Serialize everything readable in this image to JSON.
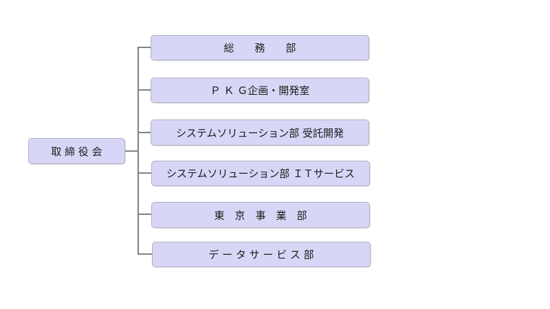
{
  "org_chart": {
    "root": {
      "label": "取 締 役 会"
    },
    "departments": [
      {
        "label": "総　　務　　部"
      },
      {
        "label": "Ｐ Ｋ Ｇ企画・開発室"
      },
      {
        "label": "システムソリューション部 受託開発"
      },
      {
        "label": "システムソリューション部 ＩＴサービス"
      },
      {
        "label": "東　京　事　業　部"
      },
      {
        "label": "デ ー タ サ ー ビ ス 部"
      }
    ]
  },
  "colors": {
    "box_fill": "#d7d6f6",
    "box_border": "#b0b0c2",
    "connector": "#808080"
  }
}
